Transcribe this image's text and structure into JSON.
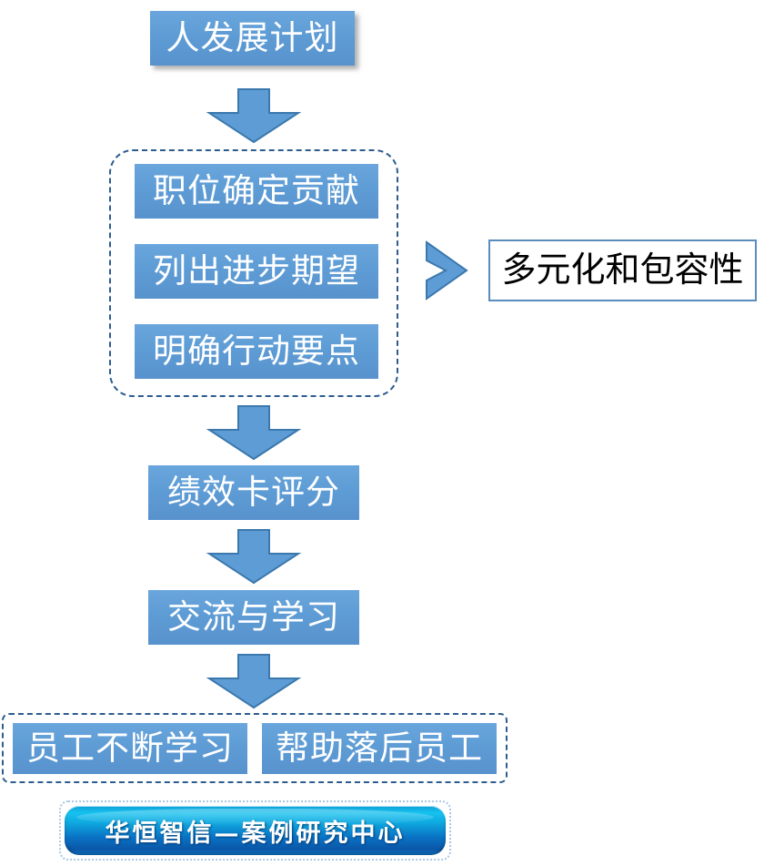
{
  "diagram": {
    "title": "人发展计划",
    "nodes": {
      "root": {
        "label": "人发展计划"
      },
      "group_top": {
        "items": [
          {
            "label": "职位确定贡献"
          },
          {
            "label": "列出进步期望"
          },
          {
            "label": "明确行动要点"
          }
        ]
      },
      "callout": {
        "label": "多元化和包容性"
      },
      "score": {
        "label": "绩效卡评分"
      },
      "exchange": {
        "label": "交流与学习"
      },
      "group_bottom": {
        "items": [
          {
            "label": "员工不断学习"
          },
          {
            "label": "帮助落后员工"
          }
        ]
      }
    },
    "connectors": [
      {
        "name": "arrow-root-to-group",
        "type": "down-arrow"
      },
      {
        "name": "arrow-group-to-score",
        "type": "down-arrow"
      },
      {
        "name": "arrow-score-to-exchange",
        "type": "down-arrow"
      },
      {
        "name": "arrow-exchange-to-group-bottom",
        "type": "down-arrow"
      },
      {
        "name": "chevron-group-to-callout",
        "type": "right-chevron"
      }
    ],
    "footer": {
      "label": "华恒智信—案例研究中心"
    },
    "colors": {
      "box_fill_light": "#6aa6dd",
      "box_fill_dark": "#5892cd",
      "box_text": "#ffffff",
      "arrow_fill": "#5e9cd5",
      "arrow_stroke": "#3b78ad",
      "dashed_border": "#2d5c8f",
      "callout_border": "#5b8cbe",
      "callout_text": "#000000",
      "banner_top": "#16c2ef",
      "banner_bottom": "#0a57a8",
      "banner_text": "#ffffff",
      "background": "#ffffff"
    }
  }
}
